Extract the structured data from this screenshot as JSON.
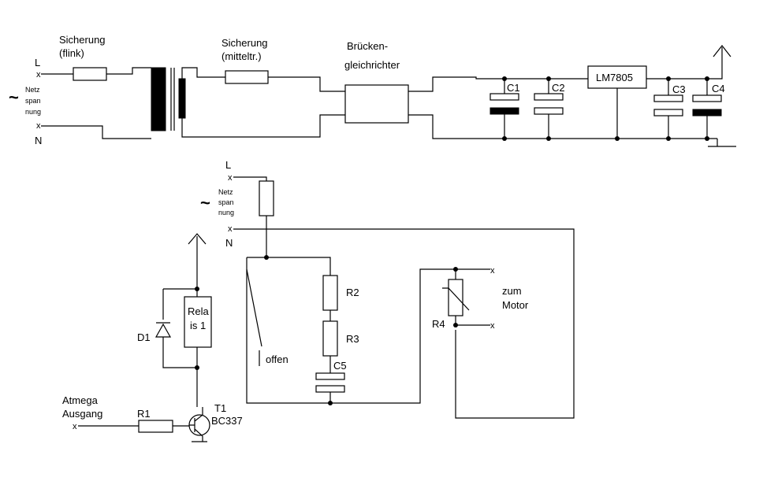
{
  "top_circuit": {
    "fuse1_label": [
      "Sicherung",
      "(flink)"
    ],
    "fuse2_label": [
      "Sicherung",
      "(mitteltr.)"
    ],
    "rectifier_label": [
      "Brücken-",
      "gleichrichter"
    ],
    "regulator_label": "LM7805",
    "live_label": "L",
    "neutral_label": "N",
    "mains_label": [
      "Netz",
      "span",
      "nung"
    ],
    "tilde": "~",
    "cross": "x",
    "caps": [
      "C1",
      "C2",
      "C3",
      "C4"
    ]
  },
  "bottom_circuit": {
    "live_label": "L",
    "neutral_label": "N",
    "mains_label": [
      "Netz",
      "span",
      "nung"
    ],
    "tilde": "~",
    "cross": "x",
    "relay_label": [
      "Rela",
      "is 1"
    ],
    "diode_label": "D1",
    "transistor_label": [
      "T1",
      "BC337"
    ],
    "r1_label": "R1",
    "input_label": [
      "Atmega",
      "Ausgang"
    ],
    "switch_label": "offen",
    "r2_label": "R2",
    "r3_label": "R3",
    "c5_label": "C5",
    "r4_label": "R4",
    "motor_label": [
      "zum",
      "Motor"
    ]
  }
}
